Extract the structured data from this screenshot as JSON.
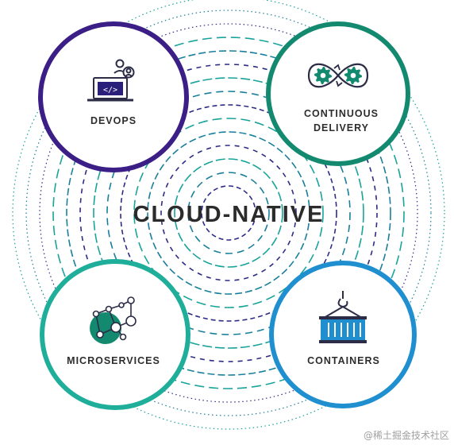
{
  "diagram": {
    "title": "CLOUD-NATIVE",
    "nodes": {
      "devops": {
        "label": "DEVOPS",
        "icon": "laptop-code-people-icon",
        "ring_color": "#3b1e86"
      },
      "continuous_delivery": {
        "label_line1": "CONTINUOUS",
        "label_line2": "DELIVERY",
        "icon": "gears-loop-icon",
        "ring_color": "#138a6f"
      },
      "microservices": {
        "label": "MICROSERVICES",
        "icon": "network-nodes-icon",
        "ring_color": "#1fae9a"
      },
      "containers": {
        "label": "CONTAINERS",
        "icon": "shipping-container-hook-icon",
        "ring_color": "#1f8fd0"
      }
    },
    "ripple_colors": [
      "#2d2c86",
      "#1a7f9b",
      "#19a39a"
    ]
  },
  "watermark": "@稀土掘金技术社区"
}
